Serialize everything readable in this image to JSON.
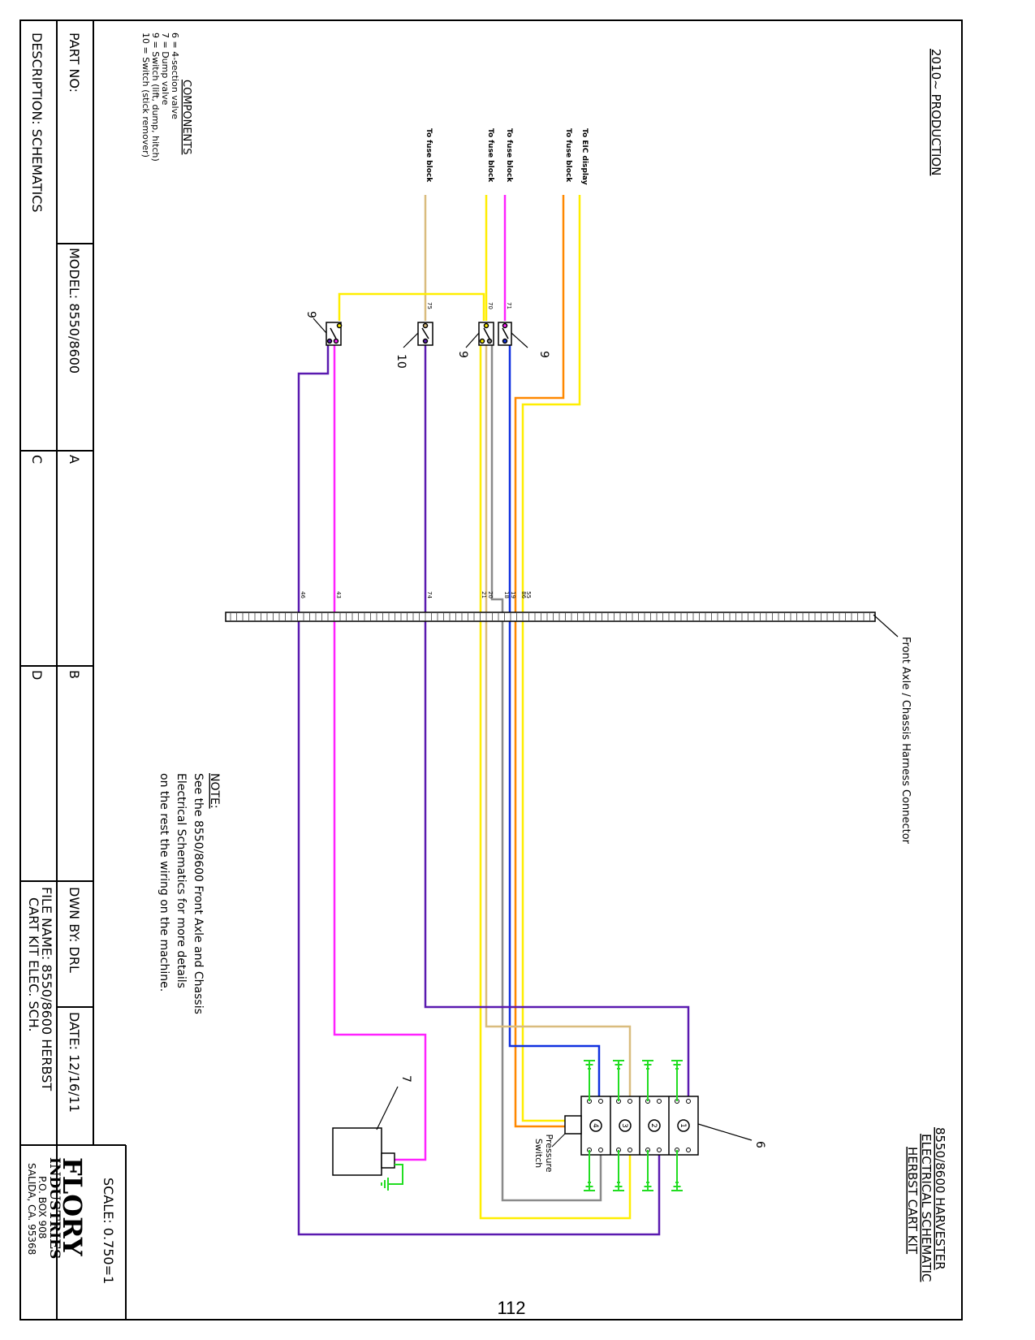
{
  "sheet": {
    "production": "2010~ PRODUCTION",
    "title_lines": [
      "8550/8600 HARVESTER",
      "ELECTRICAL SCHEMATIC",
      "HERBST CART KIT"
    ],
    "connector_label": "Front Axle / Chassis Harness Connector",
    "page_number": "112"
  },
  "components": {
    "heading": "COMPONENTS",
    "items": [
      "6 = 4-section valve",
      "7 = Dump valve",
      "9 = Switch (lift, dump, hitch)",
      "10 = Switch (stick remover)"
    ]
  },
  "note": {
    "heading": "NOTE:",
    "lines": [
      "See the 8550/8600 Front Axle and Chassis",
      "Electrical Schematics for more details",
      "on the rest the wiring on the machine."
    ]
  },
  "wire_destinations": [
    "To EIC display",
    "To fuse block",
    "To fuse block",
    "To fuse block",
    "To fuse block"
  ],
  "wire_numbers": {
    "w55": "55",
    "w86": "86",
    "w19": "19",
    "w18": "18",
    "w20": "20",
    "w21": "21",
    "w74": "74",
    "w43": "43",
    "w46": "46",
    "w70": "70",
    "w71": "71",
    "w75": "75"
  },
  "callouts": {
    "c6": "6",
    "c7": "7",
    "c9a": "9",
    "c9b": "9",
    "c9c": "9",
    "c10": "10"
  },
  "valve_sections": [
    "1",
    "2",
    "3",
    "4"
  ],
  "pressure_switch": [
    "Pressure",
    "Switch"
  ],
  "title_block": {
    "part_no": "PART NO:",
    "description": "DESCRIPTION: SCHEMATICS",
    "model": "MODEL: 8550/8600",
    "rev_a": "A",
    "rev_b": "B",
    "rev_c": "C",
    "rev_d": "D",
    "drawn_by": "DWN BY: DRL",
    "date": "DATE: 12/16/11",
    "file_name_1": "FILE NAME: 8550/8600 HERBST",
    "file_name_2": "CART KIT ELEC. SCH.",
    "scale": "SCALE: 0.750=1",
    "company_1": "FLORY",
    "company_2": "INDUSTRIES",
    "address_1": "P.O. BOX 908",
    "address_2": "SALIDA, CA. 95368"
  },
  "colors": {
    "yellow": "#FFEE00",
    "magenta": "#FF22FF",
    "orange": "#FF8800",
    "tan": "#D9BC7E",
    "blue": "#1030E0",
    "purple": "#5A1AB0",
    "gray": "#8A8A8A",
    "green": "#22DD22"
  }
}
